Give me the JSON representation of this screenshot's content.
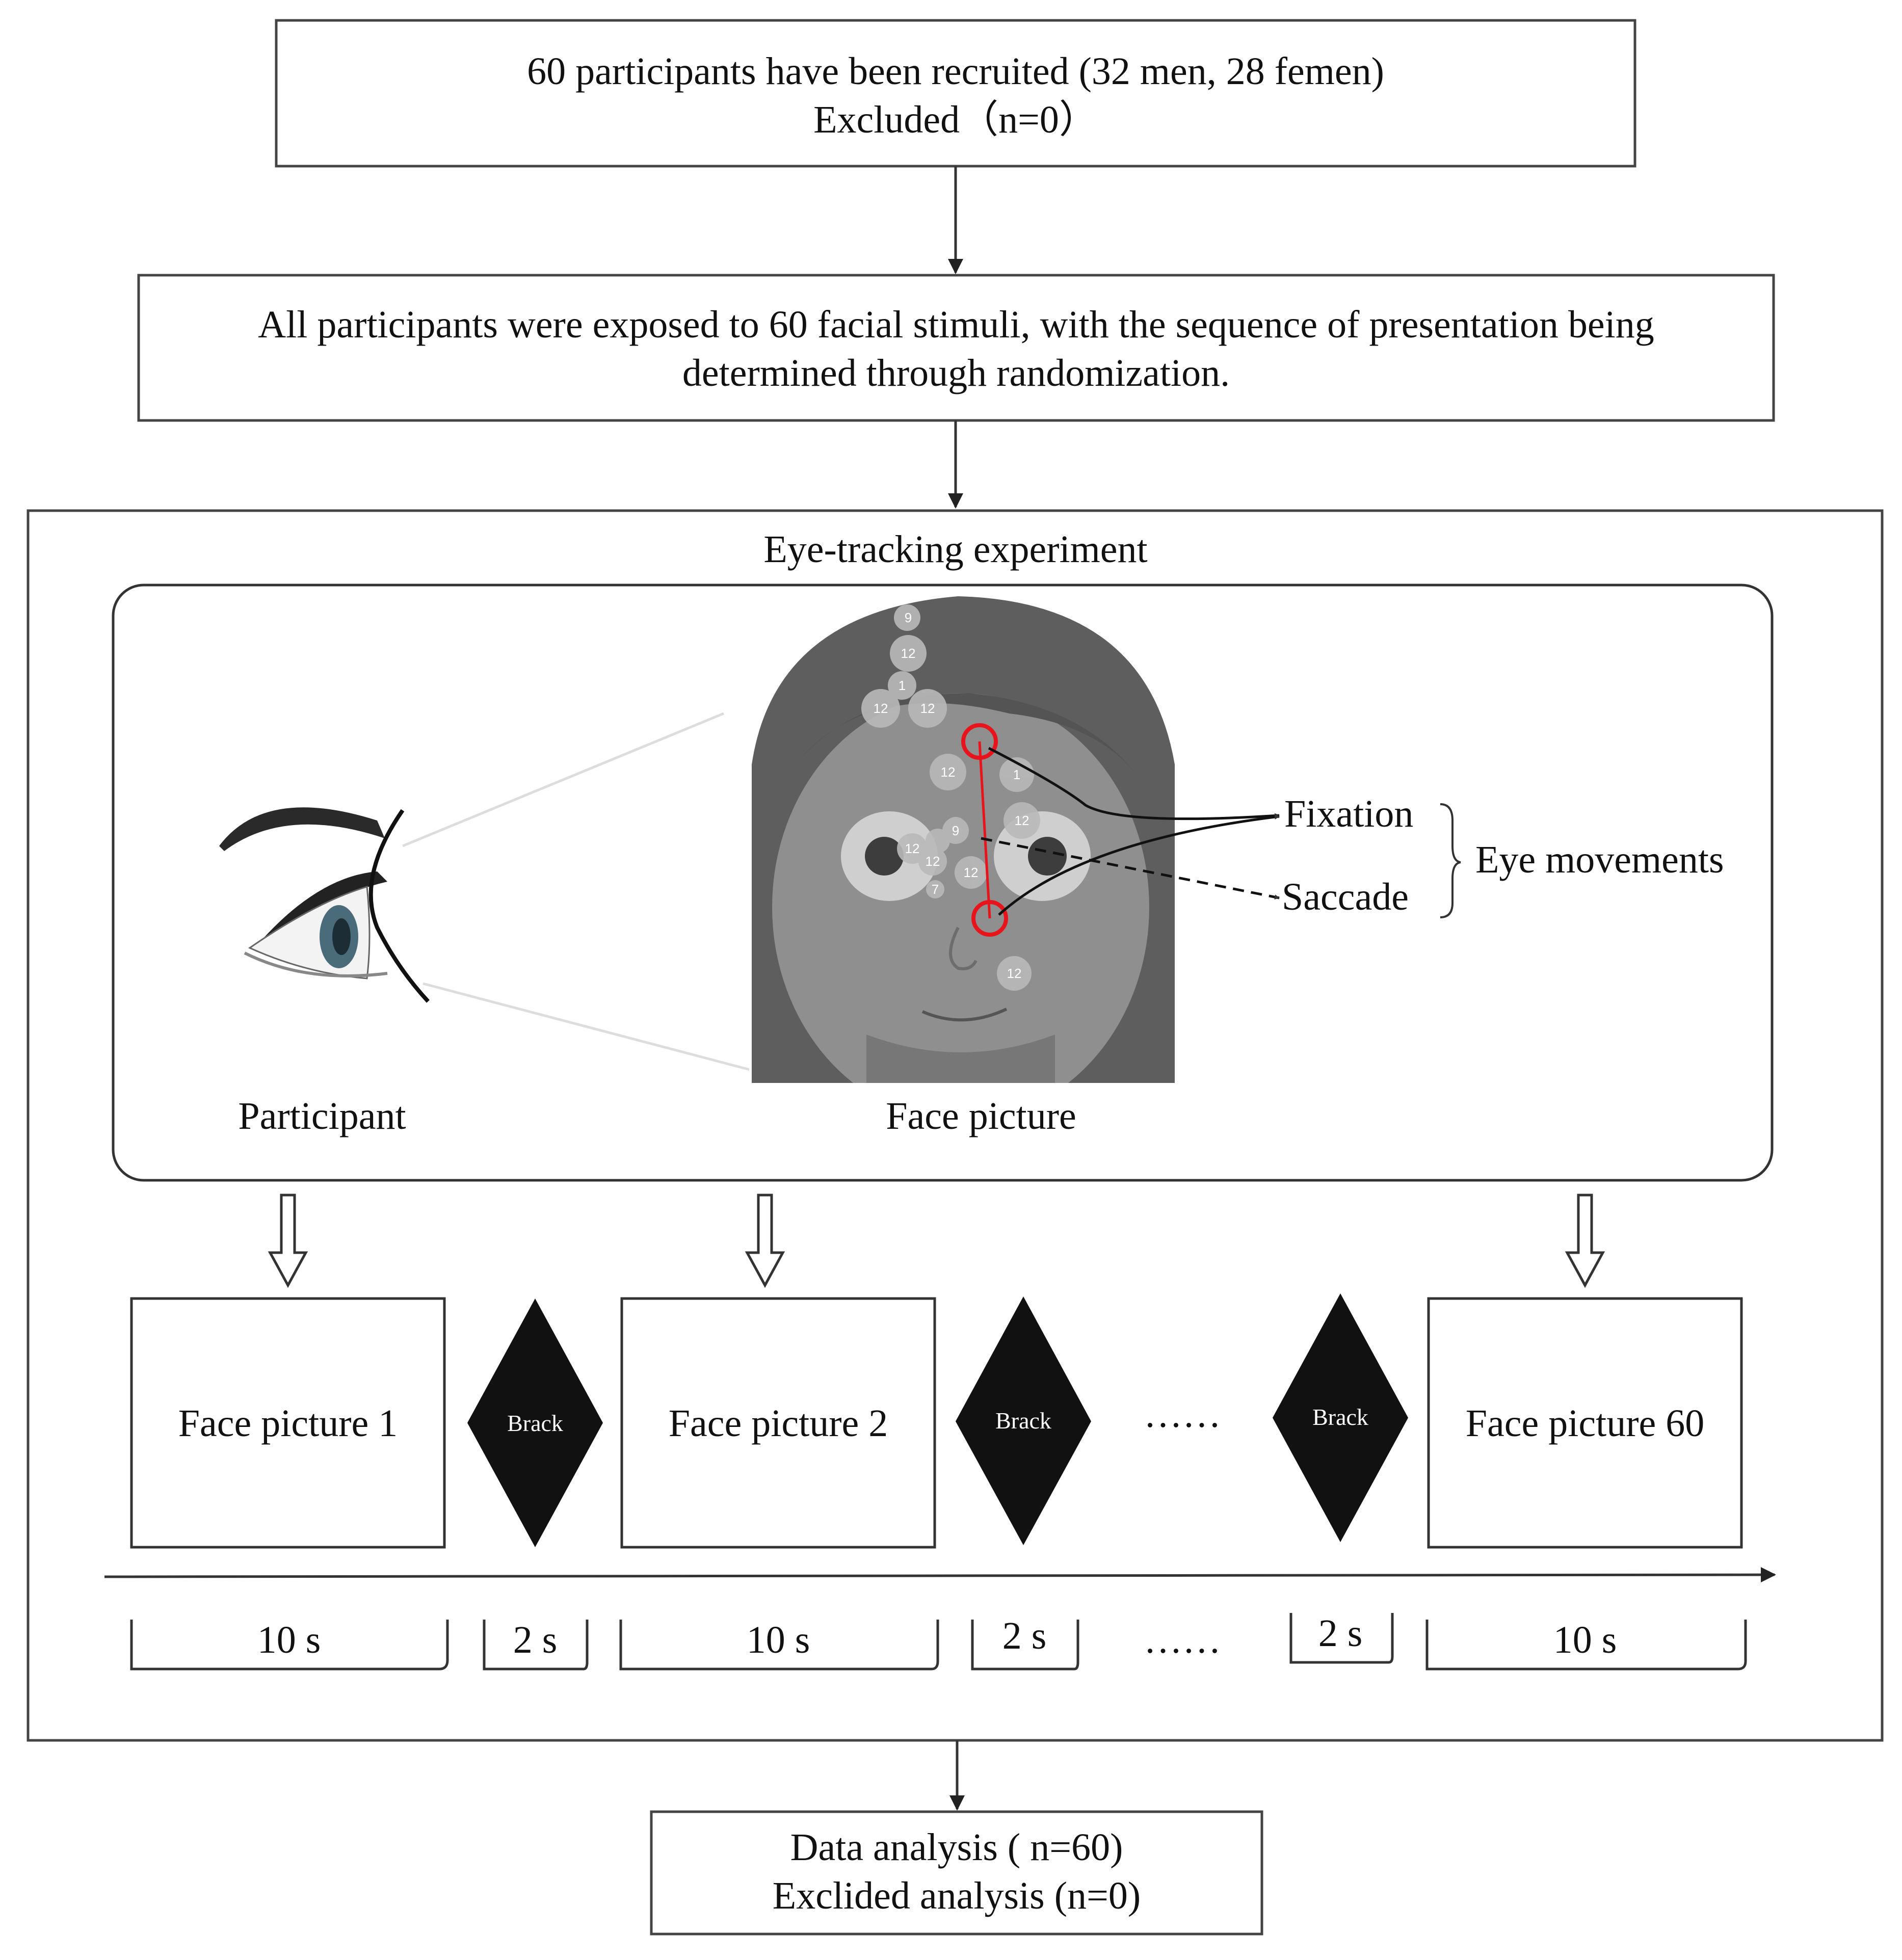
{
  "boxes": {
    "recruit_line1": "60 participants have been recruited (32 men, 28 femen)",
    "recruit_line2": "Excluded（n=0）",
    "exposure_line1": "All participants were exposed to 60 facial stimuli, with the sequence of presentation being",
    "exposure_line2": "determined through randomization.",
    "analysis_line1": "Data analysis ( n=60)",
    "analysis_line2": "Exclided analysis (n=0)"
  },
  "experiment": {
    "title": "Eye-tracking experiment",
    "participant_label": "Participant",
    "face_label": "Face picture",
    "fixation_label": "Fixation",
    "saccade_label": "Saccade",
    "eye_movements_label": "Eye movements",
    "fixation_numbers": [
      "9",
      "12",
      "1",
      "12",
      "12",
      "12",
      "1",
      "12",
      "12",
      "9",
      "7",
      "12",
      "12",
      "12"
    ]
  },
  "sequence": {
    "picture1": "Face picture 1",
    "picture2": "Face picture 2",
    "picture60": "Face picture 60",
    "break_label": "Brack",
    "ellipsis": "……",
    "durations": {
      "picture": "10 s",
      "break": "2 s"
    }
  },
  "colors": {
    "line": "#333333",
    "fixation_ring": "#e8141c",
    "diamond": "#111111",
    "face_gray": "#8a8a8a"
  }
}
